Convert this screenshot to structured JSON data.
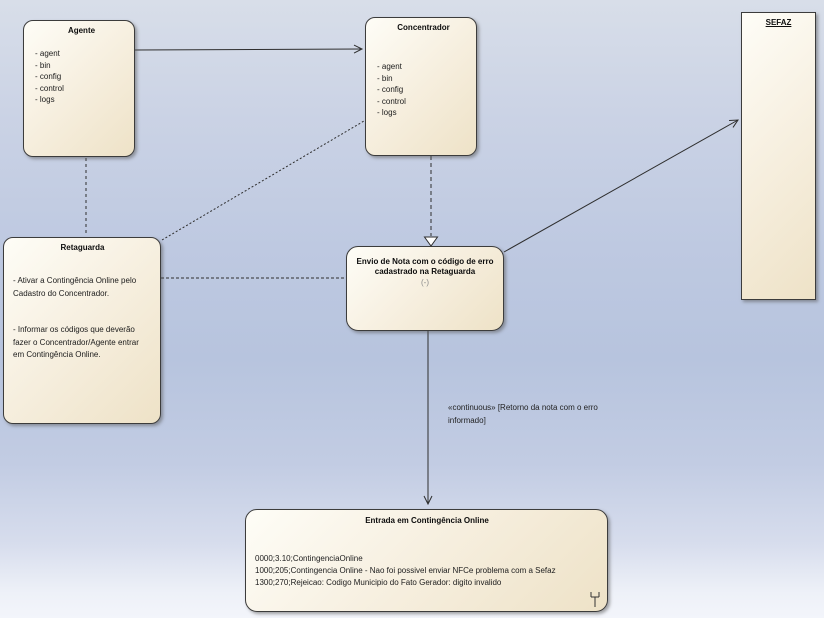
{
  "diagram": {
    "nodes": {
      "agente": {
        "title": "Agente",
        "items": [
          "- agent",
          "- bin",
          "- config",
          "- control",
          "- logs"
        ]
      },
      "concentrador": {
        "title": "Concentrador",
        "items": [
          "- agent",
          "- bin",
          "- config",
          "- control",
          "- logs"
        ]
      },
      "sefaz": {
        "title": "SEFAZ"
      },
      "retaguarda": {
        "title": "Retaguarda",
        "paragraph1": "- Ativar a Contingência Online pelo Cadastro do Concentrador.",
        "paragraph2": "- Informar os códigos que deverão fazer o Concentrador/Agente entrar em Contingência Online."
      },
      "envio": {
        "title": "Envio de Nota com o código de erro cadastrado na Retaguarda",
        "subtitle": "(-)"
      },
      "entrada": {
        "title": "Entrada em Contingência Online",
        "lines": [
          "0000;3.10;ContingenciaOnline",
          "1000;205;Contingencia Online - Nao foi possivel enviar NFCe problema com a Sefaz",
          "1300;270;Rejeicao: Codigo Municipio do Fato Gerador: digito invalido"
        ]
      }
    },
    "labels": {
      "continuous": "«continuous» [Retorno da nota com o erro informado]"
    },
    "colors": {
      "node_fill_light": "#fefdf7",
      "node_fill_dark": "#eee2c7",
      "node_border": "#3c3c3c",
      "background_top": "#d8dee9",
      "background_mid": "#b7c4de",
      "background_bottom": "#f3f5fb",
      "connector": "#2e2e2e",
      "subtitle_gray": "#8a8a8a"
    }
  }
}
